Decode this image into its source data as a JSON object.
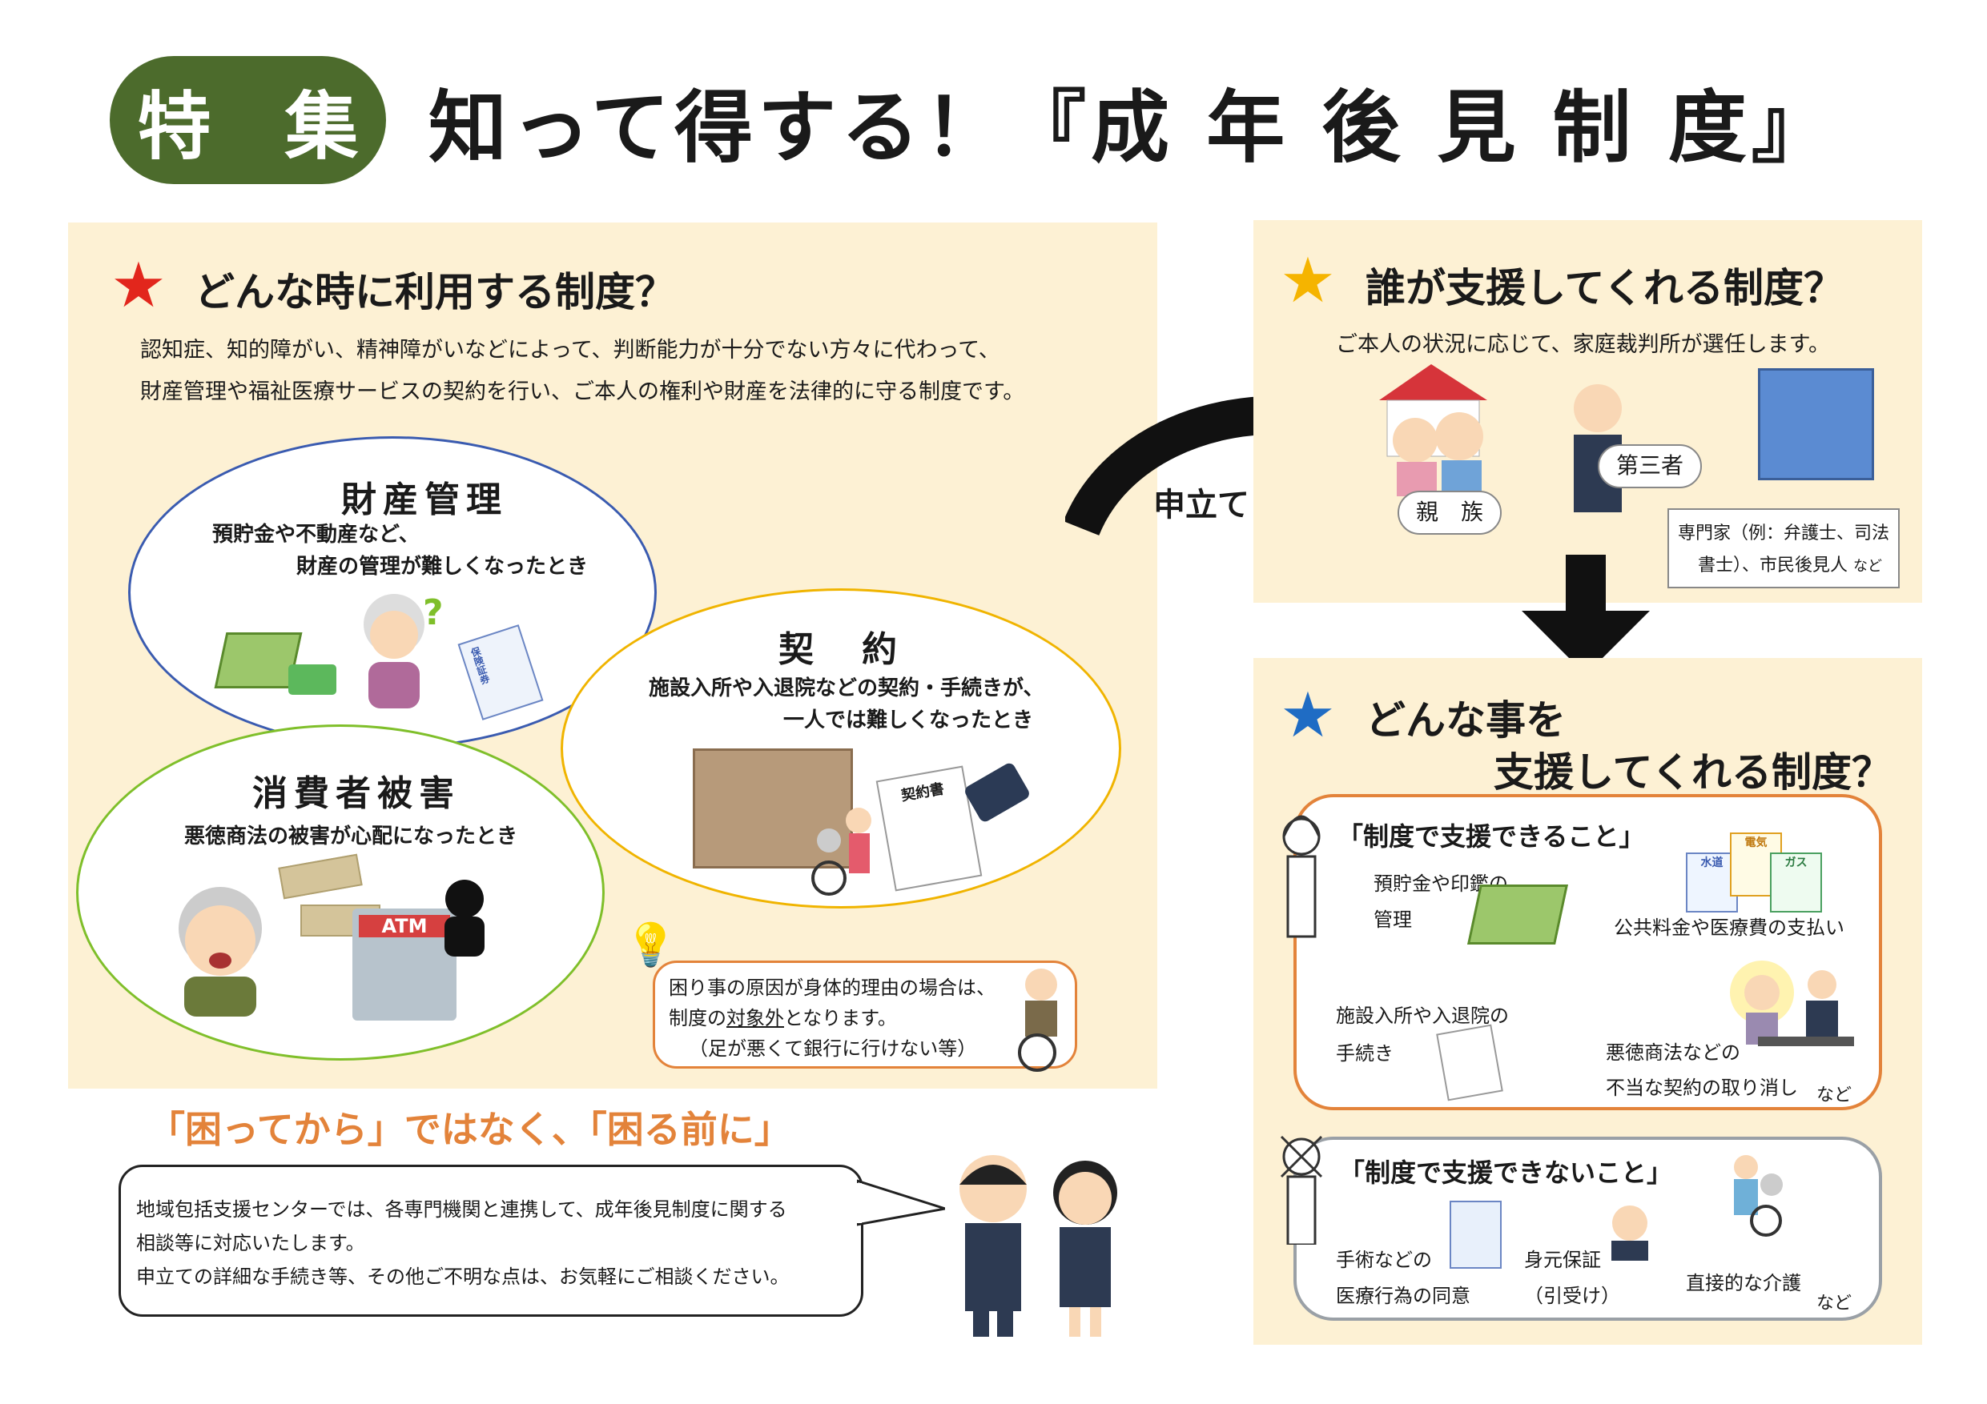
{
  "header": {
    "badge": "特 集",
    "title": "知って得する！『成 年 後 見 制 度』"
  },
  "left": {
    "title": "どんな時に利用する制度？",
    "intro_1": "認知症、知的障がい、精神障がいなどによって、判断能力が十分でない方々に代わって、",
    "intro_2": "財産管理や福祉医療サービスの契約を行い、ご本人の権利や財産を法律的に守る制度です。",
    "cloud_zaisan": {
      "title": "財産管理",
      "line1": "預貯金や不動産など、",
      "line2": "財産の管理が難しくなったとき"
    },
    "cloud_keiyaku": {
      "title": "契　約",
      "line1": "施設入所や入退院などの契約・手続きが、",
      "line2": "一人では難しくなったとき"
    },
    "cloud_shohisha": {
      "title": "消費者被害",
      "line1": "悪徳商法の被害が心配になったとき"
    },
    "note": {
      "line1": "困り事の原因が身体的理由の場合は、",
      "line2_pre": "制度の",
      "line2_em": "対象外",
      "line2_post": "となります。",
      "line3": "（足が悪くて銀行に行けない等）"
    }
  },
  "arrow_label": "申立て",
  "right_top": {
    "title": "誰が支援してくれる制度？",
    "sub": "ご本人の状況に応じて、家庭裁判所が選任します。",
    "tag_shinzoku": "親　族",
    "tag_daisansha": "第三者",
    "experts_1": "専門家（例：弁護士、司法",
    "experts_2": "書士）、市民後見人",
    "experts_nado": "など"
  },
  "right_bottom": {
    "title_1": "どんな事を",
    "title_2": "支援してくれる制度？",
    "can": {
      "heading": "「制度で支援できること」",
      "item1_a": "預貯金や印鑑の",
      "item1_b": "管理",
      "item2": "公共料金や医療費の支払い",
      "item3_a": "施設入所や入退院の",
      "item3_b": "手続き",
      "item4_a": "悪徳商法などの",
      "item4_b": "不当な契約の取り消し",
      "nado": "など"
    },
    "cannot": {
      "heading": "「制度で支援できないこと」",
      "item1_a": "手術などの",
      "item1_b": "医療行為の同意",
      "item2_a": "身元保証",
      "item2_b": "（引受け）",
      "item3": "直接的な介護",
      "nado": "など"
    }
  },
  "bottom": {
    "slogan": "「困ってから」ではなく、「困る前に」",
    "line1": "地域包括支援センターでは、各専門機関と連携して、成年後見制度に関する",
    "line2": "相談等に対応いたします。",
    "line3": "申立ての詳細な手続き等、その他ご不明な点は、お気軽にご相談ください。"
  },
  "illustrations": {
    "atm": "ATM",
    "contract_doc": "契約書",
    "insurance_doc": "保険証券",
    "water": "水道",
    "electric": "電気",
    "gas": "ガス"
  },
  "colors": {
    "badge": "#4c6b2c",
    "panel": "#fdf1d4",
    "star_red": "#e2261c",
    "star_yellow": "#f5b400",
    "star_blue": "#1f6cc4",
    "orange": "#e3833a"
  }
}
